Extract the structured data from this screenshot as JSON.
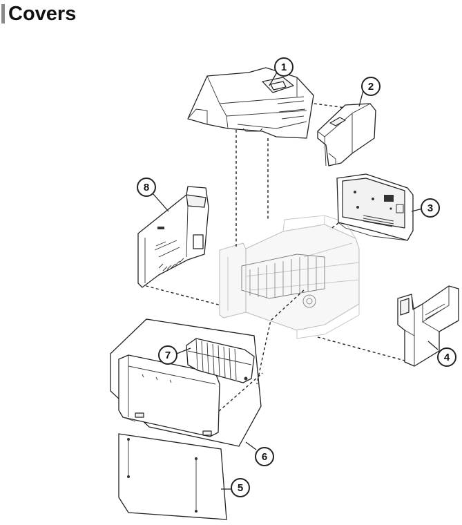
{
  "page": {
    "title": "Covers"
  },
  "callouts": [
    {
      "id": "callout-1",
      "label": "1"
    },
    {
      "id": "callout-2",
      "label": "2"
    },
    {
      "id": "callout-3",
      "label": "3"
    },
    {
      "id": "callout-4",
      "label": "4"
    },
    {
      "id": "callout-5",
      "label": "5"
    },
    {
      "id": "callout-6",
      "label": "6"
    },
    {
      "id": "callout-7",
      "label": "7"
    },
    {
      "id": "callout-8",
      "label": "8"
    }
  ],
  "colors": {
    "title_bar": "#8a8a8a",
    "line": "#222222",
    "ghost_frame": "#bdbdbd"
  }
}
